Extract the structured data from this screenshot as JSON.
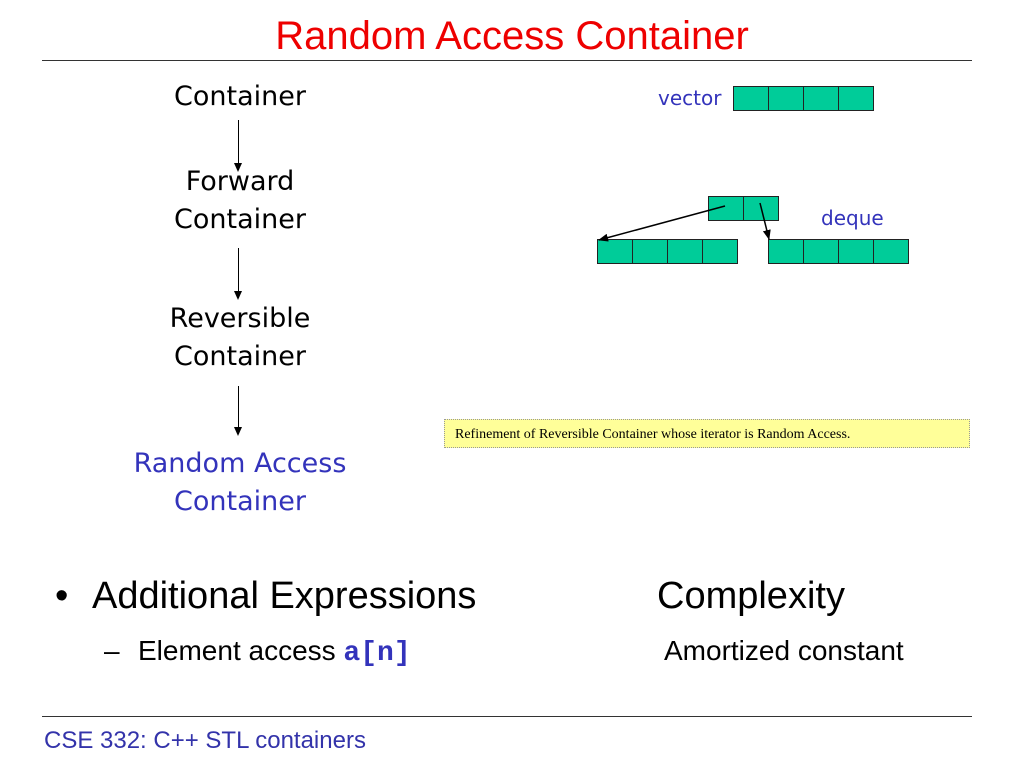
{
  "slide": {
    "title": "Random Access Container",
    "hierarchy": [
      {
        "line1": "Container",
        "line2": ""
      },
      {
        "line1": "Forward",
        "line2": "Container"
      },
      {
        "line1": "Reversible",
        "line2": "Container"
      },
      {
        "line1": "Random Access",
        "line2": "Container"
      }
    ],
    "diagram": {
      "vector_label": "vector",
      "deque_label": "deque",
      "fill_color": "#00cc99",
      "vector_cells": 4,
      "deque_index_cells": 2,
      "deque_block_cells": 4
    },
    "note": "Refinement of Reversible Container whose iterator is Random Access.",
    "bullets": {
      "main_left": "Additional Expressions",
      "main_right": "Complexity",
      "sub_bullet": "–",
      "sub_left": "Element access ",
      "sub_code": "a[n]",
      "sub_right": "Amortized constant"
    },
    "footer": "CSE 332: C++ STL containers"
  }
}
